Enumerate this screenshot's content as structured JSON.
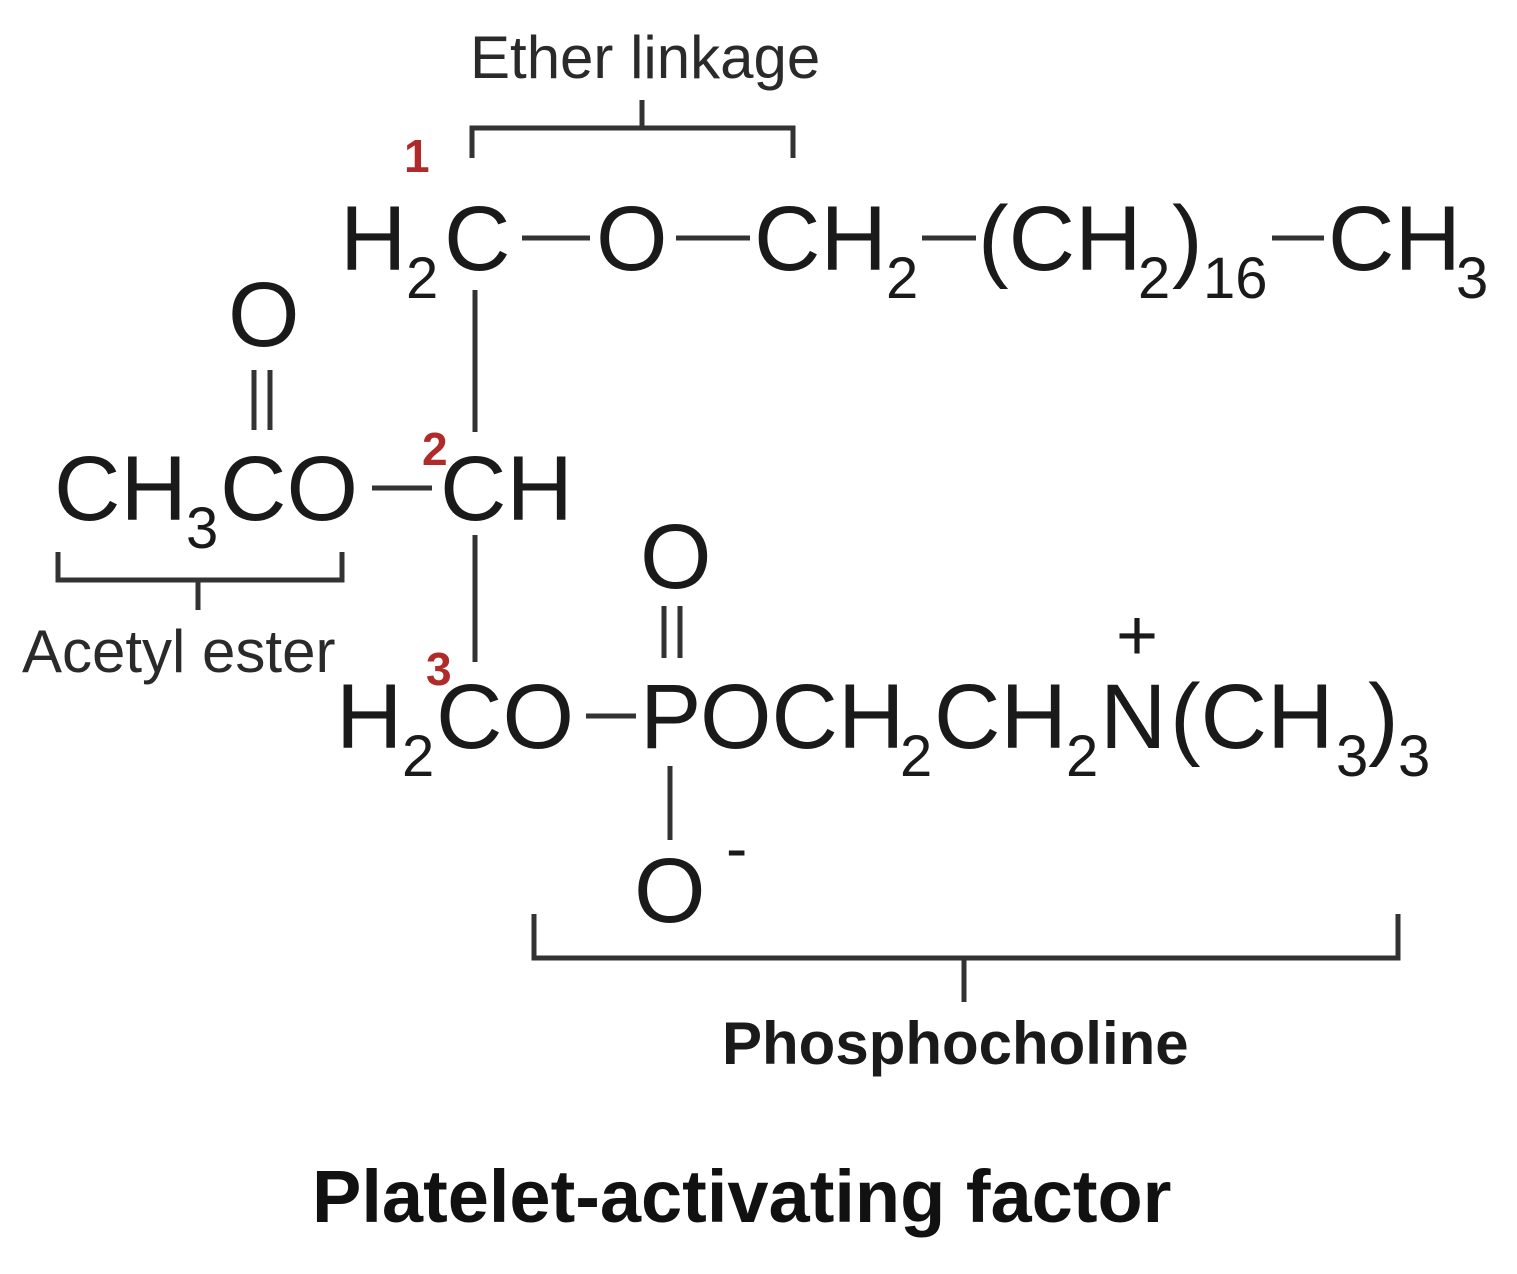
{
  "labels": {
    "ether": "Ether linkage",
    "acetyl": "Acetyl ester",
    "phospho": "Phosphocholine",
    "title": "Platelet-activating factor"
  },
  "positions": [
    "1",
    "2",
    "3"
  ],
  "row1": {
    "h2c_h": "H",
    "h2c_sub": "2",
    "h2c_c": "C",
    "o": "O",
    "ch2_a": "CH",
    "ch2_a_sub": "2",
    "paren_open": "(CH",
    "paren_sub": "2",
    "paren_close": ")",
    "repeat_sub": "16",
    "ch3": "CH",
    "ch3_sub": "3"
  },
  "row2": {
    "carbonyl_o": "O",
    "ch3co_a": "CH",
    "ch3co_sub": "3",
    "ch3co_b": "CO",
    "ch": "CH"
  },
  "row3": {
    "h2co_h": "H",
    "h2co_sub": "2",
    "h2co_b": "CO",
    "p_o_top": "O",
    "p": "P",
    "tail_a": "OCH",
    "tail_sub1": "2",
    "tail_b": "CH",
    "tail_sub2": "2",
    "tail_n": "N",
    "tail_c": "(CH",
    "tail_sub3": "3",
    "tail_d": ")",
    "tail_sub4": "3",
    "plus": "+",
    "o_minus": "O",
    "minus": "-"
  }
}
